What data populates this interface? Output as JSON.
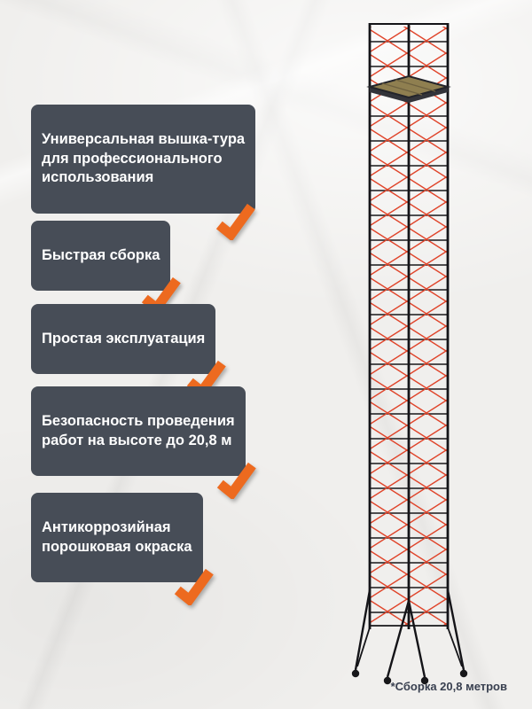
{
  "features": [
    {
      "label": "Универсальная вышка-тура\nдля профессионального\nиспользования"
    },
    {
      "label": "Быстрая сборка"
    },
    {
      "label": "Простая эксплуатация"
    },
    {
      "label": "Безопасность проведения\nработ на высоте до 20,8 м"
    },
    {
      "label": "Антикоррозийная\nпорошковая окраска"
    }
  ],
  "footnote": "*Сборка 20,8 метров",
  "icons": {
    "check": "check-icon"
  },
  "colors": {
    "badge_background": "#474d57",
    "badge_text": "#ffffff",
    "accent_orange": "#ed6a1f",
    "brace_orange_red": "#e0442a",
    "frame_black": "#17171a",
    "platform_wood": "#8f7f50",
    "paper_background": "#f0efed",
    "footnote_text": "#394050"
  }
}
